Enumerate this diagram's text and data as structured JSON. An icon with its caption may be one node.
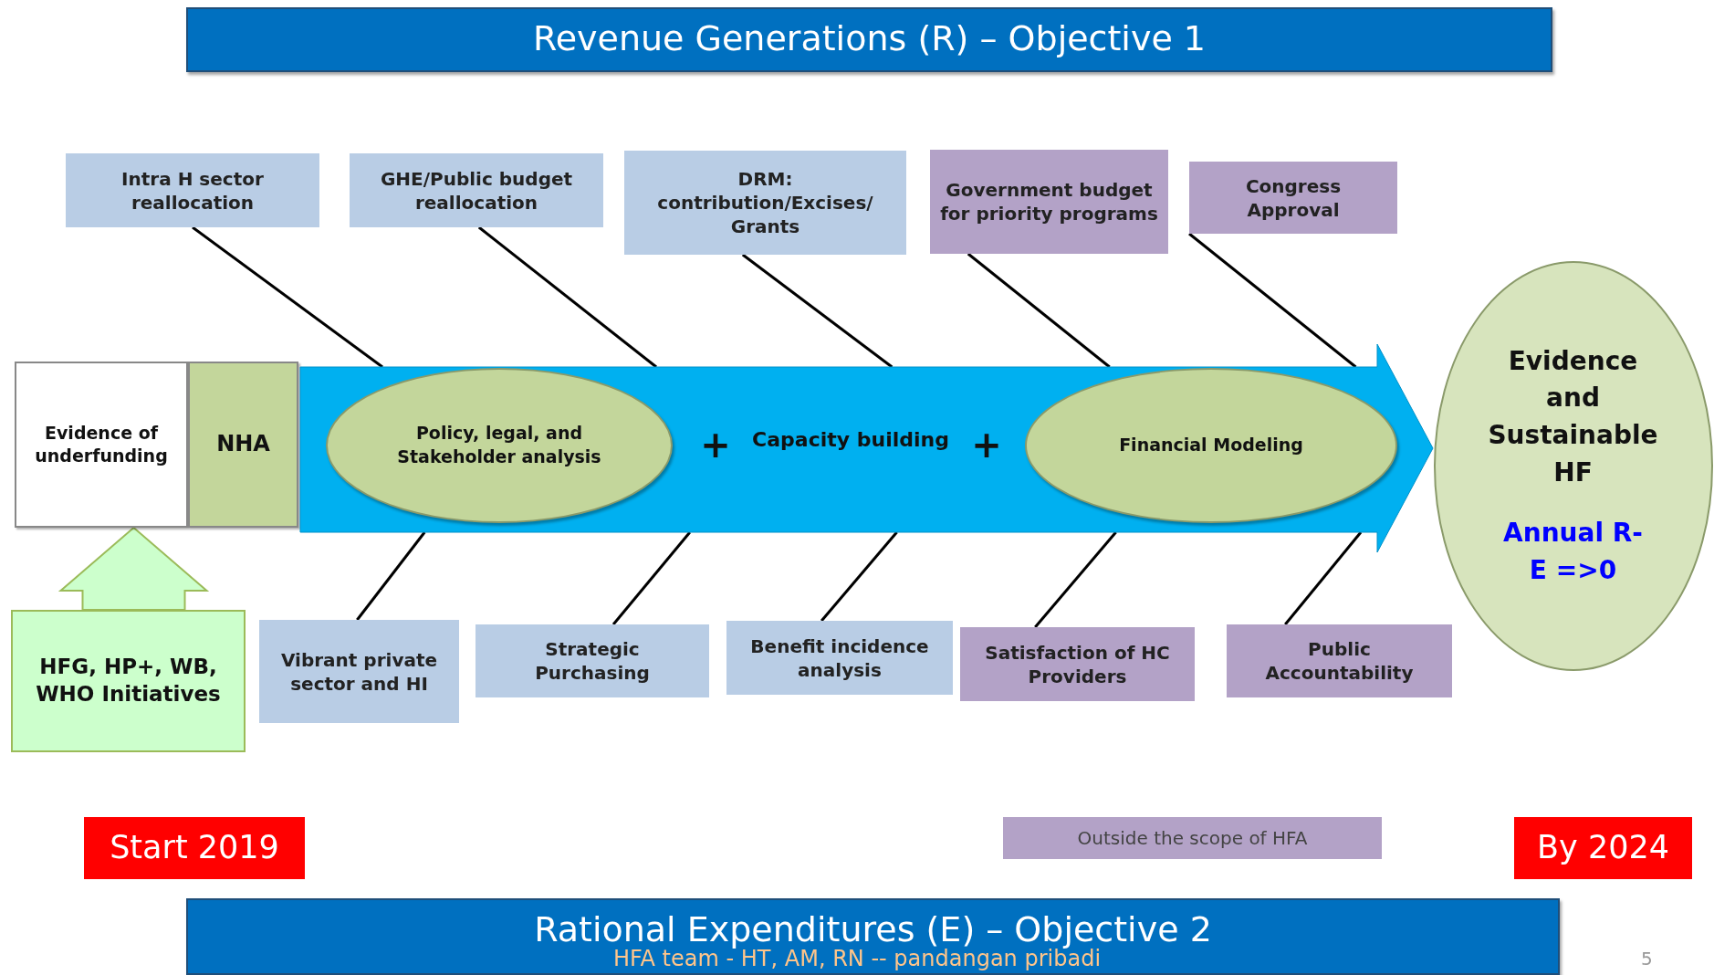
{
  "diagram": {
    "nodes": [
      {
        "text": [
          "Revenue Generations (R) – Objective 1"
        ]
      },
      {
        "text": [
          "Intra H sector reallocation"
        ]
      },
      {
        "text": [
          "GHE/Public budget reallocation"
        ]
      },
      {
        "text": [
          "DRM: contribution/Excises/ Grants"
        ]
      },
      {
        "text": [
          "Government budget for priority programs"
        ]
      },
      {
        "text": [
          "Congress Approval"
        ]
      },
      {
        "text": [
          "Evidence of underfunding"
        ]
      },
      {
        "text": [
          "NHA"
        ]
      },
      {
        "text": [
          "+",
          "Capacity building",
          "+"
        ]
      },
      {
        "text": [
          "Policy, legal, and Stakeholder analysis"
        ],
        "in": 8
      },
      {
        "text": [
          "Financial Modeling"
        ],
        "in": 8
      },
      {
        "text": [
          "Evidence and Sustainable HF",
          "Annual R-E =>0"
        ]
      },
      {
        "text": [
          "HFG, HP+, WB, WHO Initiatives"
        ]
      },
      {
        "text": [
          "Vibrant private sector and HI"
        ]
      },
      {
        "text": [
          "Strategic Purchasing"
        ]
      },
      {
        "text": [
          "Benefit incidence analysis"
        ]
      },
      {
        "text": [
          "Satisfaction of HC Providers"
        ]
      },
      {
        "text": [
          "Public Accountability"
        ]
      },
      {
        "text": [
          "Start 2019"
        ]
      },
      {
        "text": [
          "Outside the scope of HFA"
        ]
      },
      {
        "text": [
          "By 2024"
        ]
      },
      {
        "text": [
          "Rational Expenditures (E) – Objective 2"
        ]
      }
    ],
    "edges": [
      {
        "from": 1,
        "to": 8,
        "arrow": "none"
      },
      {
        "from": 2,
        "to": 8,
        "arrow": "none"
      },
      {
        "from": 3,
        "to": 8,
        "arrow": "none"
      },
      {
        "from": 4,
        "to": 8,
        "arrow": "none"
      },
      {
        "from": 5,
        "to": 8,
        "arrow": "none"
      },
      {
        "from": 13,
        "to": 8,
        "arrow": "none"
      },
      {
        "from": 14,
        "to": 8,
        "arrow": "none"
      },
      {
        "from": 15,
        "to": 8,
        "arrow": "none"
      },
      {
        "from": 16,
        "to": 8,
        "arrow": "none"
      },
      {
        "from": 17,
        "to": 8,
        "arrow": "none"
      },
      {
        "from": 12,
        "to": 6,
        "arrow": "to"
      }
    ],
    "labels": [
      "HFA team - HT, AM, RN -- pandangan pribadi",
      "5"
    ]
  }
}
